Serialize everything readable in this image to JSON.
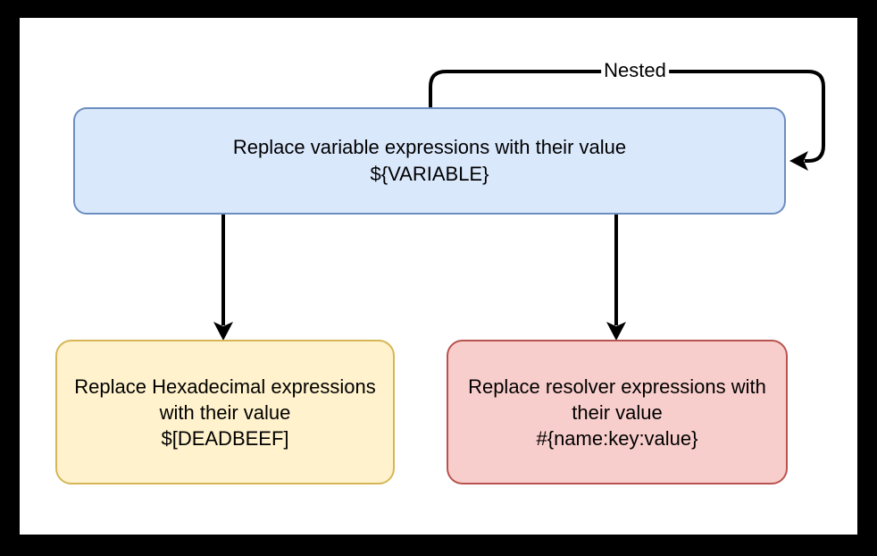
{
  "diagram": {
    "nodes": [
      {
        "id": "variable",
        "lines": [
          "Replace variable expressions with their value",
          "${VARIABLE}"
        ]
      },
      {
        "id": "hexadecimal",
        "lines": [
          "Replace Hexadecimal expressions",
          "with their value",
          "$[DEADBEEF]"
        ]
      },
      {
        "id": "resolver",
        "lines": [
          "Replace resolver expressions with",
          "their value",
          "#{name:key:value}"
        ]
      }
    ],
    "edges": [
      {
        "id": "nested-loop",
        "from": "variable",
        "to": "variable",
        "label": "Nested"
      },
      {
        "id": "variable-to-hexadecimal",
        "from": "variable",
        "to": "hexadecimal",
        "label": ""
      },
      {
        "id": "variable-to-resolver",
        "from": "variable",
        "to": "resolver",
        "label": ""
      }
    ]
  },
  "colors": {
    "variable_fill": "#dae8fc",
    "variable_stroke": "#6c8ebf",
    "hexadecimal_fill": "#fff2cc",
    "hexadecimal_stroke": "#d6b656",
    "resolver_fill": "#f8cecc",
    "resolver_stroke": "#b85450",
    "edge": "#000000",
    "frame": "#000000",
    "canvas": "#ffffff"
  }
}
